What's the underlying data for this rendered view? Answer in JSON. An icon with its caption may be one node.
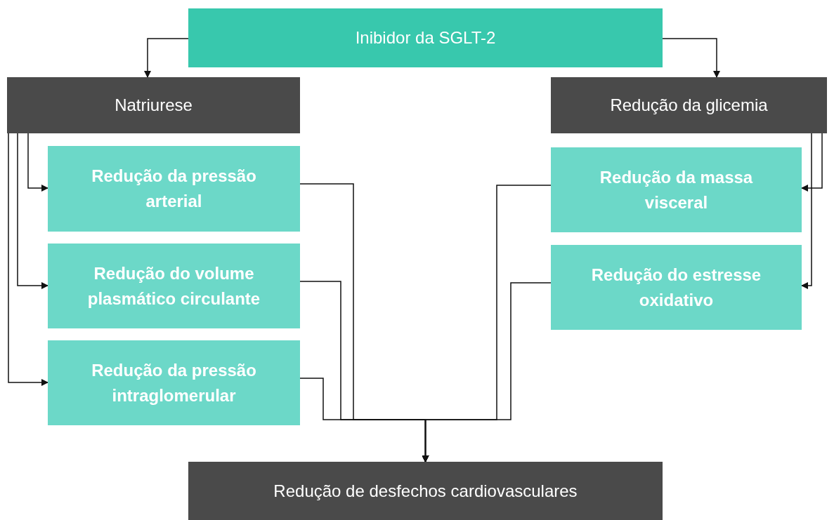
{
  "diagram": {
    "nodes": [
      {
        "text": [
          "Inibidor da SGLT-2"
        ]
      },
      {
        "text": [
          "Natriurese"
        ]
      },
      {
        "text": [
          "Redução da glicemia"
        ]
      },
      {
        "text": [
          "Redução da pressão arterial"
        ]
      },
      {
        "text": [
          "Redução do volume plasmático circulante"
        ]
      },
      {
        "text": [
          "Redução da pressão intraglomerular"
        ]
      },
      {
        "text": [
          "Redução da massa visceral"
        ]
      },
      {
        "text": [
          "Redução do estresse oxidativo"
        ]
      },
      {
        "text": [
          "Redução de desfechos cardiovasculares"
        ]
      }
    ],
    "edges": [
      {
        "from": 0,
        "to": 1,
        "arrow": "to"
      },
      {
        "from": 0,
        "to": 2,
        "arrow": "to"
      },
      {
        "from": 1,
        "to": 3,
        "arrow": "to"
      },
      {
        "from": 1,
        "to": 4,
        "arrow": "to"
      },
      {
        "from": 1,
        "to": 5,
        "arrow": "to"
      },
      {
        "from": 2,
        "to": 6,
        "arrow": "to"
      },
      {
        "from": 2,
        "to": 7,
        "arrow": "to"
      },
      {
        "from": 3,
        "to": 8,
        "arrow": "to"
      },
      {
        "from": 4,
        "to": 8,
        "arrow": "to"
      },
      {
        "from": 5,
        "to": 8,
        "arrow": "to"
      },
      {
        "from": 6,
        "to": 8,
        "arrow": "to"
      },
      {
        "from": 7,
        "to": 8,
        "arrow": "to"
      }
    ]
  }
}
